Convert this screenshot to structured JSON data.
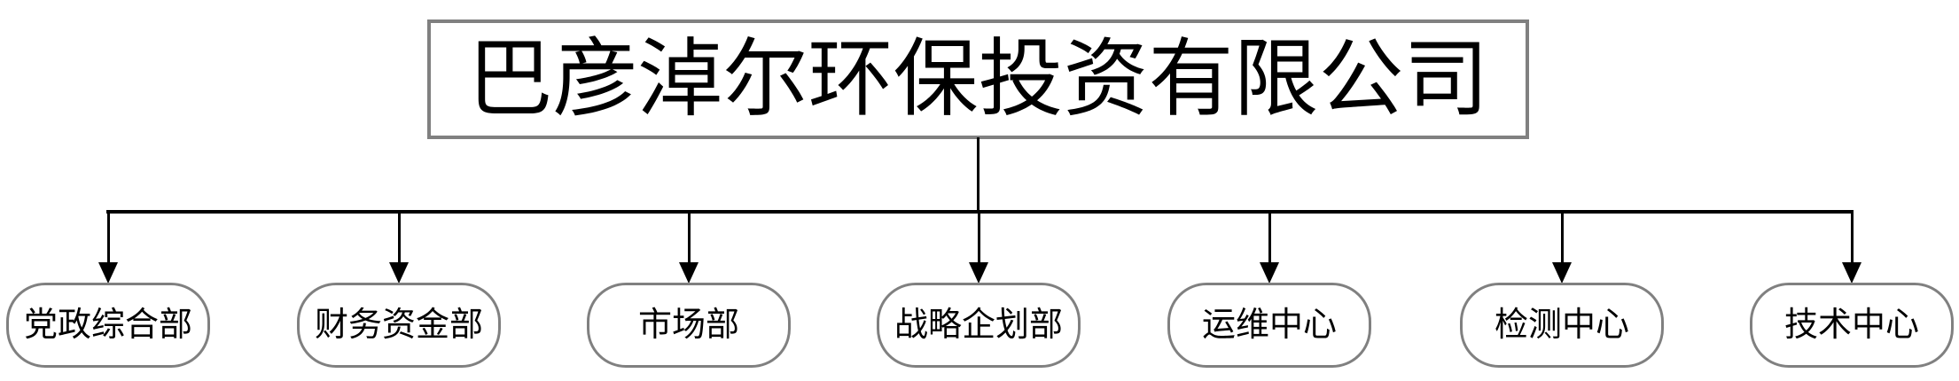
{
  "diagram": {
    "type": "org-chart",
    "title": "巴彦淖尔环保投资有限公司",
    "departments": [
      {
        "label": "党政综合部"
      },
      {
        "label": "财务资金部"
      },
      {
        "label": "市场部"
      },
      {
        "label": "战略企划部"
      },
      {
        "label": "运维中心"
      },
      {
        "label": "检测中心"
      },
      {
        "label": "技术中心"
      }
    ],
    "colors": {
      "node_border": "#808080",
      "connector": "#000000",
      "text": "#000000",
      "background": "#ffffff"
    }
  }
}
